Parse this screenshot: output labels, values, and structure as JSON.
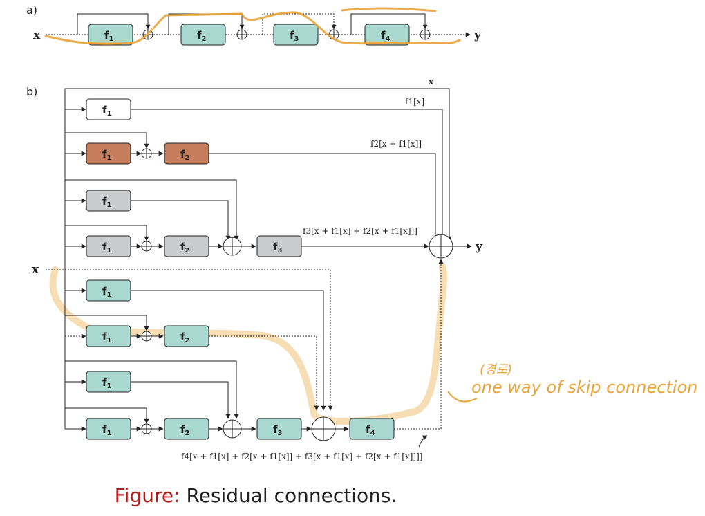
{
  "panel_a": {
    "label": "a)",
    "input": "x",
    "output": "y",
    "blocks": [
      "f1",
      "f2",
      "f3",
      "f4"
    ]
  },
  "panel_b": {
    "label": "b)",
    "input": "x",
    "output": "y",
    "top_label": "x",
    "out1": "f1[x]",
    "out2": "f2[x + f1[x]]",
    "out3": "f3[x + f1[x] + f2[x + f1[x]]]",
    "out4": "f4[x + f1[x] + f2[x + f1[x]] + f3[x + f1[x] + f2[x + f1[x]]]]"
  },
  "annotation": {
    "korean": "(경로)",
    "text": "one way of skip connection"
  },
  "caption": {
    "label": "Figure:",
    "text": "Residual connections."
  },
  "colors": {
    "teal": "#a8d8cf",
    "orange_brown": "#c57d5c",
    "gray": "#c9cbcd",
    "white": "#ffffff",
    "highlight": "#e8a33a",
    "caption_label": "#b31b1b"
  }
}
